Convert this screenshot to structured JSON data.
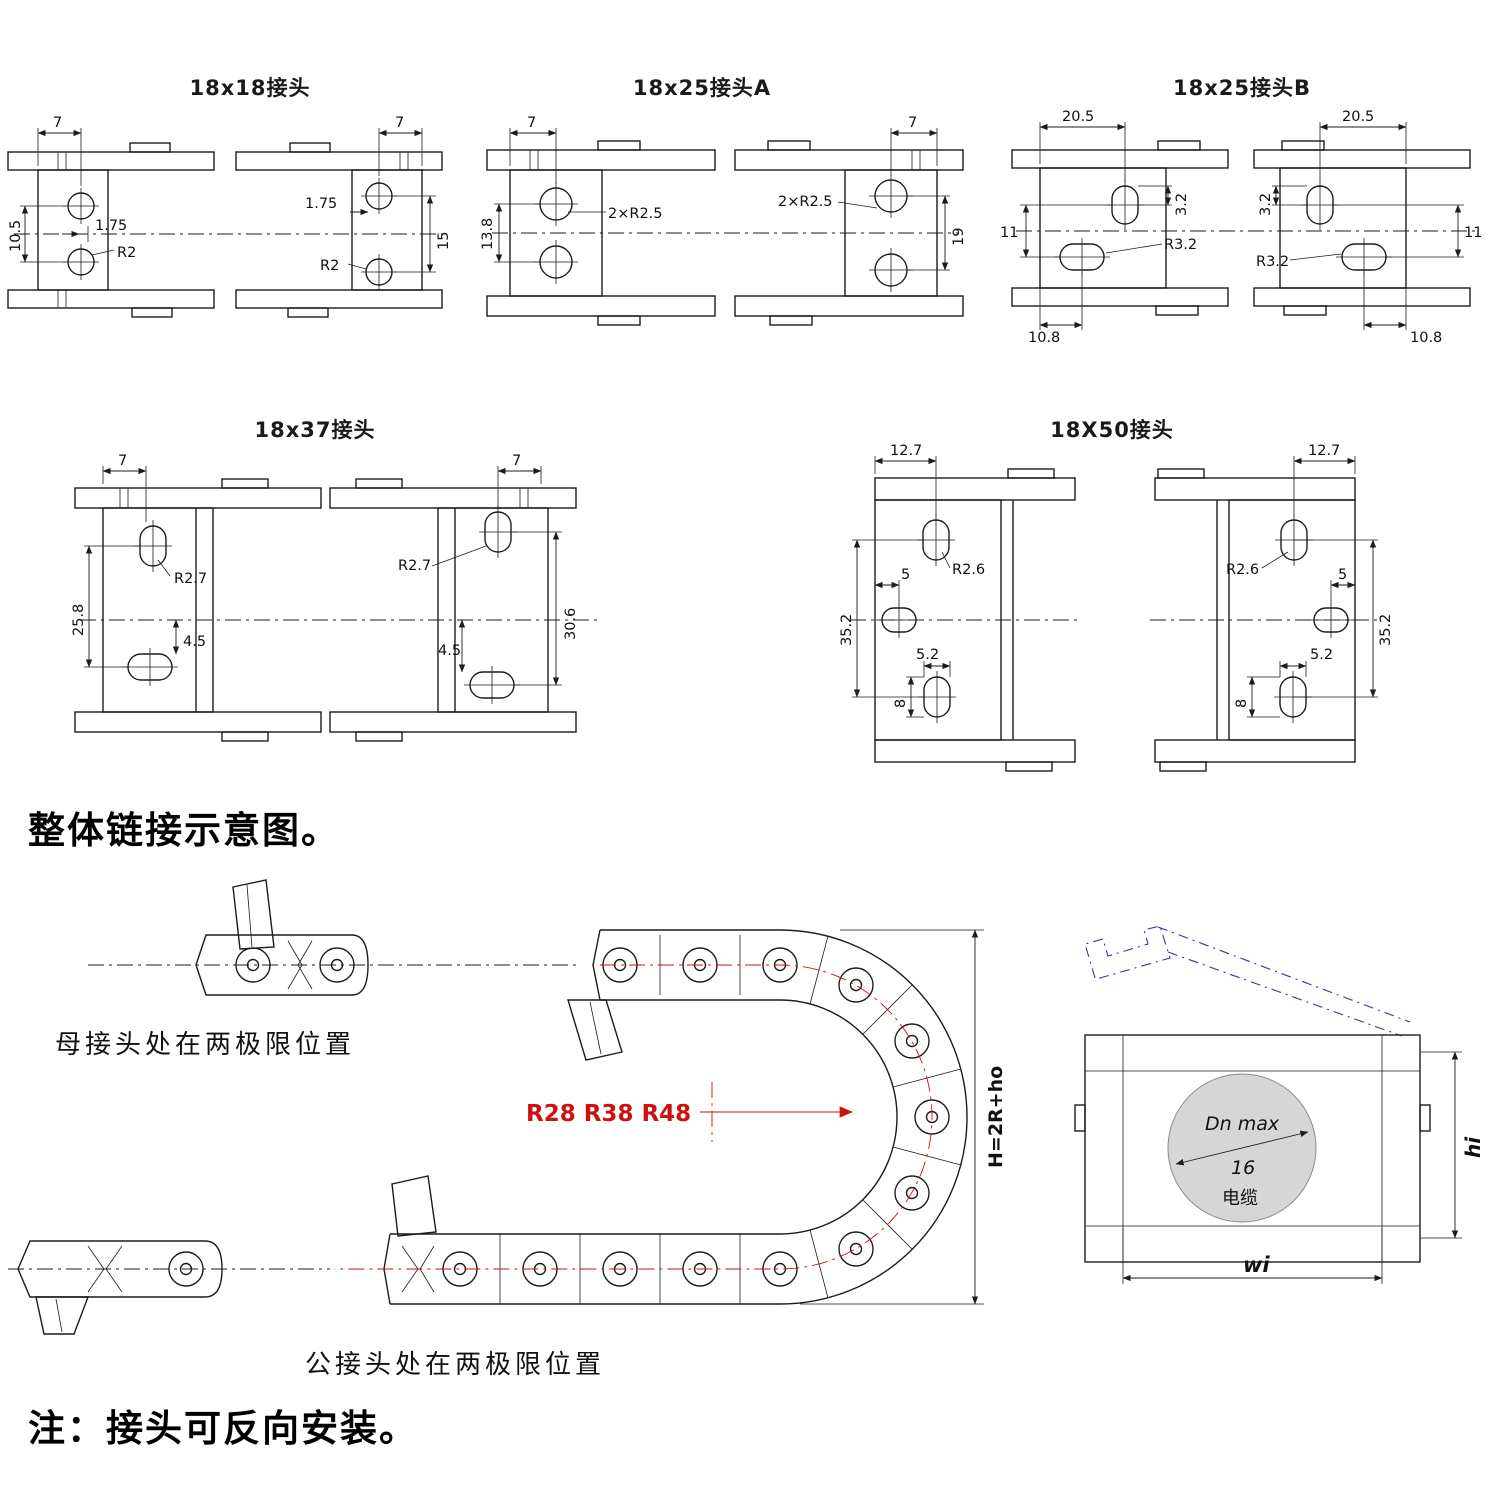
{
  "page": {
    "assembly_heading": "整体链接示意图。",
    "note": "注：接头可反向安装。"
  },
  "connectors": {
    "c1818": {
      "title": "18x18接头",
      "dim_7": "7",
      "dim_175": "1.75",
      "dim_105": "10.5",
      "dim_r2": "R2",
      "dim_15": "15"
    },
    "c1825a": {
      "title": "18x25接头A",
      "dim_7": "7",
      "dim_138": "13.8",
      "dim_2xr25": "2×R2.5",
      "dim_19": "19"
    },
    "c1825b": {
      "title": "18x25接头B",
      "dim_205": "20.5",
      "dim_32": "3.2",
      "dim_11": "11",
      "dim_r32": "R3.2",
      "dim_108": "10.8"
    },
    "c1837": {
      "title": "18x37接头",
      "dim_7": "7",
      "dim_r27": "R2.7",
      "dim_258": "25.8",
      "dim_45": "4.5",
      "dim_306": "30.6"
    },
    "c1850": {
      "title": "18X50接头",
      "dim_127": "12.7",
      "dim_352": "35.2",
      "dim_5": "5",
      "dim_r26": "R2.6",
      "dim_52": "5.2",
      "dim_8": "8"
    }
  },
  "assembly": {
    "female_limit_label": "母接头处在两极限位置",
    "male_limit_label": "公接头处在两极限位置",
    "bend_radius_label": "R28 R38 R48",
    "height_formula": "H=2R+ho"
  },
  "cross_section": {
    "dn_max_label": "Dn max",
    "dn_value": "16",
    "cable_label": "电缆",
    "width_label": "wi",
    "height_label": "hi"
  },
  "colors": {
    "accent_red": "#cc1111",
    "accent_blue": "#3333aa",
    "circle_fill": "#d6d6d6"
  }
}
